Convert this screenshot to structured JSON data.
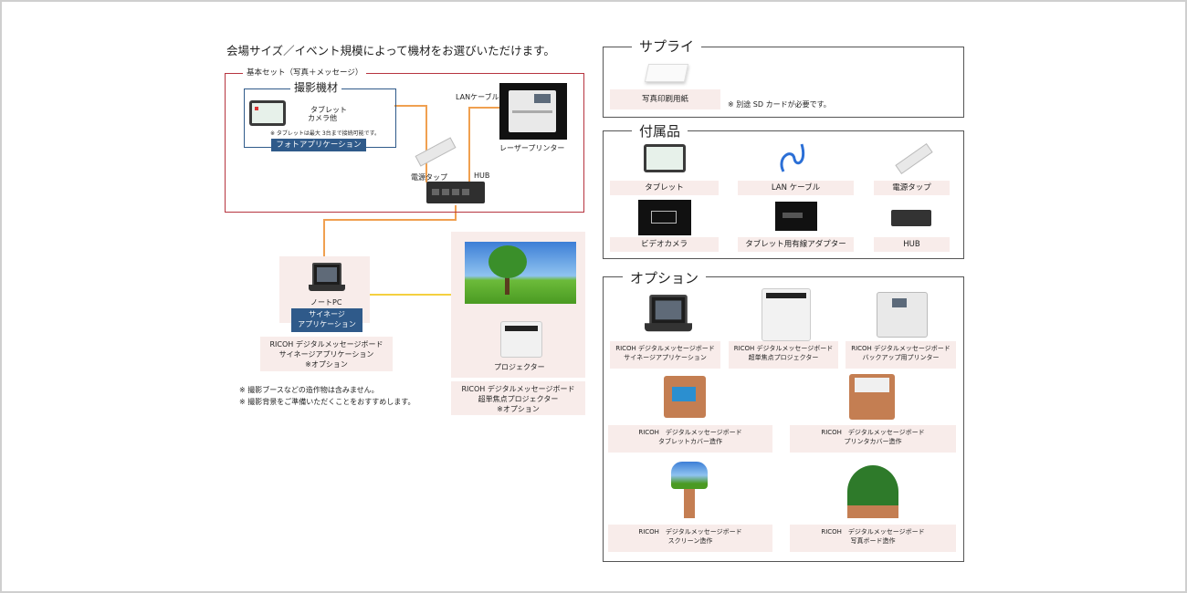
{
  "header": {
    "title": "会場サイズ／イベント規模によって機材をお選びいただけます。"
  },
  "basic_set": {
    "label": "基本セット（写真＋メッセージ）",
    "camera_group": "撮影機材",
    "tablet_camera_line1": "タブレット",
    "tablet_camera_line2": "カメラ他",
    "tablet_note": "※ タブレットは最大 3台まで接続可能です。",
    "photo_app": "フォトアプリケーション",
    "lan_cable": "LANケーブル",
    "laser_printer": "レーザープリンター",
    "power_strip": "電源タップ",
    "hub": "HUB"
  },
  "notepc": {
    "label": "ノートPC",
    "signage_line1": "サイネージ",
    "signage_line2": "アプリケーション",
    "caption_line1": "RICOH デジタルメッセージボード",
    "caption_line2": "サイネージアプリケーション",
    "caption_line3": "※オプション"
  },
  "projector": {
    "label": "プロジェクター",
    "caption_line1": "RICOH デジタルメッセージボード",
    "caption_line2": "超単焦点プロジェクター",
    "caption_line3": "※オプション"
  },
  "notes": {
    "line1": "※ 撮影ブースなどの造作物は含みません。",
    "line2": "※ 撮影背景をご準備いただくことをおすすめします。"
  },
  "supply": {
    "title": "サプライ",
    "item": "写真印刷用紙",
    "note": "※ 別途 SD カードが必要です。"
  },
  "accessories": {
    "title": "付属品",
    "items": [
      "タブレット",
      "LAN ケーブル",
      "電源タップ",
      "ビデオカメラ",
      "タブレット用有線アダプター",
      "HUB"
    ]
  },
  "options": {
    "title": "オプション",
    "row1": [
      {
        "line1": "RICOH デジタルメッセージボード",
        "line2": "サイネージアプリケーション"
      },
      {
        "line1": "RICOH デジタルメッセージボード",
        "line2": "超単焦点プロジェクター"
      },
      {
        "line1": "RICOH デジタルメッセージボード",
        "line2": "バックアップ用プリンター"
      }
    ],
    "row2": [
      {
        "line1": "RICOH　デジタルメッセージボード",
        "line2": "タブレットカバー造作"
      },
      {
        "line1": "RICOH　デジタルメッセージボード",
        "line2": "プリンタカバー造作"
      }
    ],
    "row3": [
      {
        "line1": "RICOH　デジタルメッセージボード",
        "line2": "スクリーン造作"
      },
      {
        "line1": "RICOH　デジタルメッセージボード",
        "line2": "写真ボード造作"
      }
    ]
  },
  "colors": {
    "red_frame": "#b6343f",
    "blue_label": "#2f5a8a",
    "orange_line": "#f0a050",
    "yellow_line": "#f4d040",
    "pink_bg": "#f8ecea"
  }
}
